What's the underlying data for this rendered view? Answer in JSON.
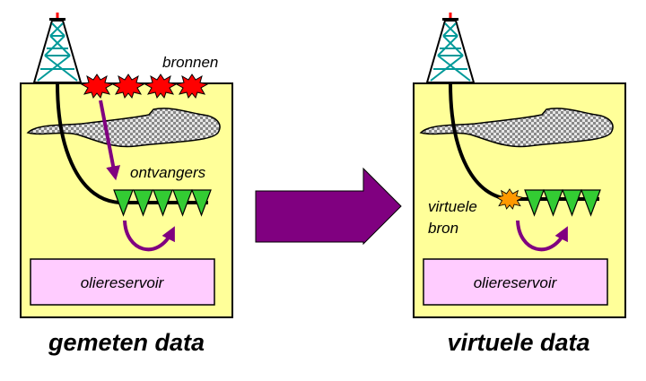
{
  "left_panel": {
    "sources_label": "bronnen",
    "receivers_label": "ontvangers",
    "reservoir_label": "oliereservoir",
    "caption": "gemeten data"
  },
  "right_panel": {
    "virtual_source_label_line1": "virtuele",
    "virtual_source_label_line2": "bron",
    "reservoir_label": "oliereservoir",
    "caption": "virtuele data"
  },
  "colors": {
    "earth": "#ffff99",
    "reservoir": "#ffccff",
    "arrow": "#800080",
    "receiver": "#33cc33",
    "source": "#ff0000",
    "virtual_source": "#ff9900",
    "derrick": "#009999"
  }
}
